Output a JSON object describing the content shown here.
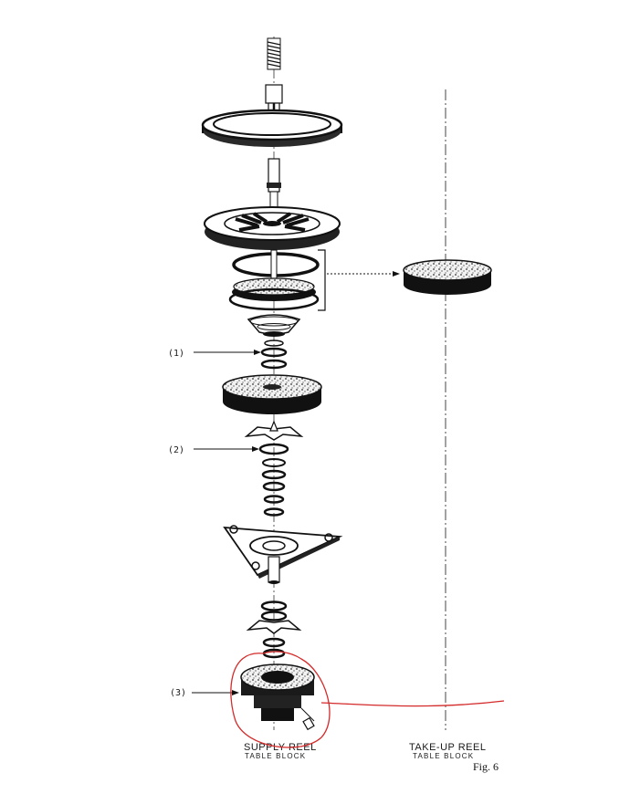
{
  "callouts": {
    "c1": "(1)",
    "c2": "(2)",
    "c3": "(3)"
  },
  "captions": {
    "supply_title": "SUPPLY REEL",
    "supply_sub": "TABLE BLOCK",
    "takeup_title": "TAKE-UP REEL",
    "takeup_sub": "TABLE BLOCK"
  },
  "figure": {
    "label": "Fig. 6"
  },
  "colors": {
    "ink": "#1a1a1a",
    "annotation": "#d42a2a",
    "paper": "#ffffff"
  }
}
